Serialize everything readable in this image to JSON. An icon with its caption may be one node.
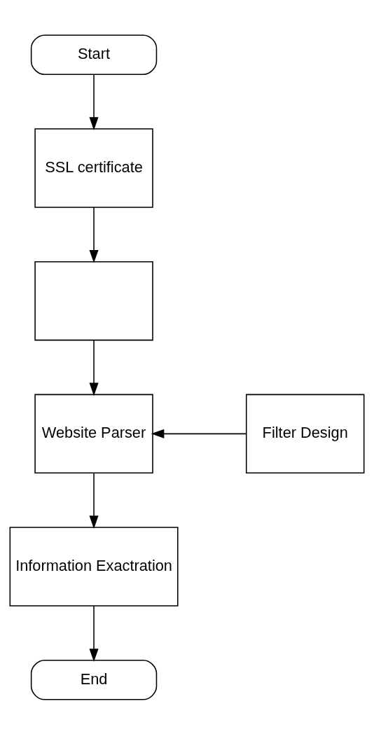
{
  "diagram": {
    "nodes": [
      {
        "text": [
          "Start"
        ]
      },
      {
        "text": [
          "SSL certificate"
        ]
      },
      {
        "text": [],
        "shape": "box"
      },
      {
        "text": [
          "Website Parser"
        ]
      },
      {
        "text": [
          "Filter Design"
        ]
      },
      {
        "text": [
          "Information Exactration"
        ]
      },
      {
        "text": [
          "End"
        ]
      }
    ],
    "edges": [
      {
        "from": 0,
        "to": 1,
        "arrow": "to"
      },
      {
        "from": 1,
        "to": 2,
        "arrow": "to"
      },
      {
        "from": 2,
        "to": 3,
        "arrow": "to"
      },
      {
        "from": 4,
        "to": 3,
        "arrow": "to"
      },
      {
        "from": 3,
        "to": 5,
        "arrow": "to"
      },
      {
        "from": 5,
        "to": 6,
        "arrow": "to"
      }
    ]
  }
}
